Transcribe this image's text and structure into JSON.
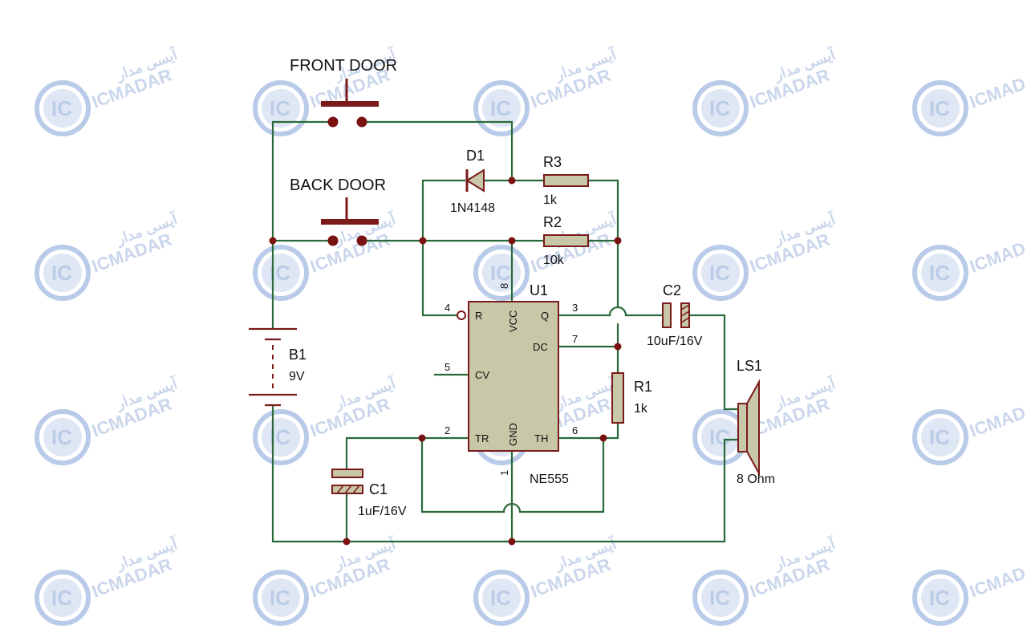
{
  "watermark": {
    "brand_latin": "ICMADAR",
    "brand_farsi": "آیسی مدار",
    "logo_text": "IC"
  },
  "switches": {
    "front_door": "FRONT DOOR",
    "back_door": "BACK DOOR"
  },
  "diode": {
    "ref": "D1",
    "value": "1N4148"
  },
  "resistors": {
    "r3": {
      "ref": "R3",
      "value": "1k"
    },
    "r2": {
      "ref": "R2",
      "value": "10k"
    },
    "r1": {
      "ref": "R1",
      "value": "1k"
    }
  },
  "ic": {
    "ref": "U1",
    "part": "NE555",
    "pins": {
      "r": "R",
      "vcc": "VCC",
      "q": "Q",
      "dc": "DC",
      "cv": "CV",
      "tr": "TR",
      "gnd": "GND",
      "th": "TH"
    },
    "pin_numbers": {
      "p8": "8",
      "p4": "4",
      "p3": "3",
      "p7": "7",
      "p5": "5",
      "p2": "2",
      "p6": "6",
      "p1": "1"
    }
  },
  "battery": {
    "ref": "B1",
    "value": "9V"
  },
  "capacitors": {
    "c2": {
      "ref": "C2",
      "value": "10uF/16V"
    },
    "c1": {
      "ref": "C1",
      "value": "1uF/16V"
    }
  },
  "speaker": {
    "ref": "LS1",
    "value": "8 Ohm"
  },
  "colors": {
    "wire": "#2a6a3a",
    "component": "#7a1a1a",
    "body": "#c8c7a8",
    "node": "#7a1212",
    "watermark": "#9fb6dc"
  }
}
